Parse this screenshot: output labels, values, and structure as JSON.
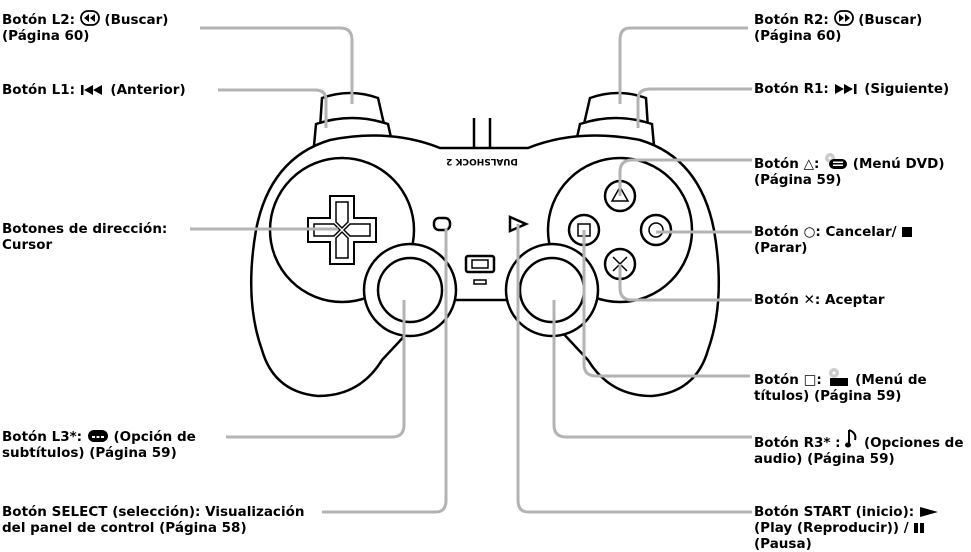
{
  "controller_brand": "DUALSHOCK 2",
  "labels": {
    "l2": {
      "pre": "Botón L2:",
      "post": "(Buscar)",
      "line2": "(Página 60)",
      "icon": "rewind-circle-icon"
    },
    "l1": {
      "pre": "Botón L1:",
      "post": "(Anterior)",
      "icon": "skip-previous-icon"
    },
    "dpad": {
      "line1": "Botones de dirección:",
      "line2": "Cursor"
    },
    "l3": {
      "pre": "Botón L3*:",
      "post": "(Opción de",
      "line2": "subtítulos) (Página 59)",
      "icon": "subtitle-icon"
    },
    "select": {
      "line1": "Botón SELECT (selección): Visualización",
      "line2": "del panel de control (Página 58)"
    },
    "r2": {
      "pre": "Botón R2:",
      "post": "(Buscar)",
      "line2": "(Página 60)",
      "icon": "fast-forward-circle-icon"
    },
    "r1": {
      "pre": "Botón R1:",
      "post": "(Siguiente)",
      "icon": "skip-next-icon"
    },
    "triangle": {
      "pre": "Botón △:",
      "post": "(Menú DVD)",
      "line2": "(Página 59)",
      "icon": "dvd-menu-icon"
    },
    "circle": {
      "pre": "Botón ○: Cancelar/",
      "line2": "(Parar)",
      "icon": "stop-icon"
    },
    "cross": {
      "text": "Botón ✕: Aceptar"
    },
    "square": {
      "pre": "Botón □:",
      "post": "(Menú de",
      "line2": "títulos) (Página 59)",
      "icon": "title-menu-icon"
    },
    "r3": {
      "pre": "Botón R3* :",
      "post": "(Opciones de",
      "line2": "audio) (Página 59)",
      "icon": "music-note-icon"
    },
    "start": {
      "pre": "Botón START (inicio):",
      "line2": "(Play (Reproducir)) /",
      "line3": "(Pausa)",
      "icon": "play-icon",
      "icon2": "pause-icon"
    }
  },
  "colors": {
    "leader": "#b3b3b3",
    "outline": "#000000"
  }
}
